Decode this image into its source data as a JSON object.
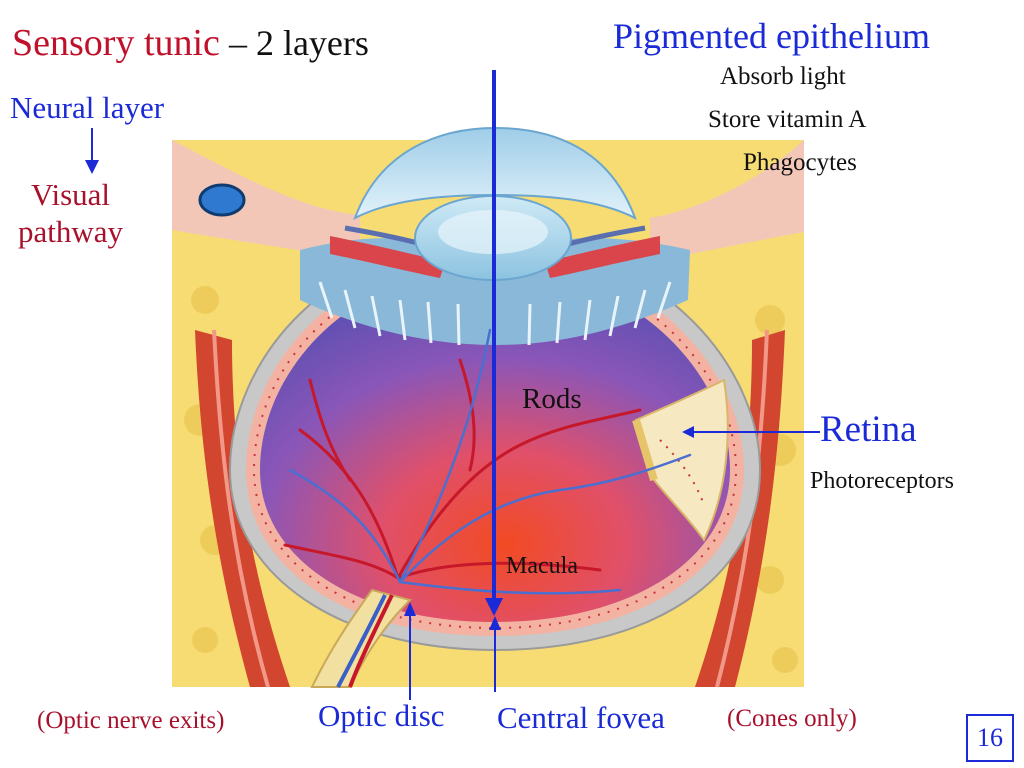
{
  "title": {
    "part1": "Sensory tunic",
    "part2": " – 2 layers"
  },
  "left": {
    "neural_layer": "Neural layer",
    "visual_line1": "Visual",
    "visual_line2": "pathway"
  },
  "top_right": {
    "pigmented": "Pigmented epithelium",
    "functions": [
      "Absorb light",
      "Store vitamin A",
      "Phagocytes"
    ]
  },
  "center": {
    "rods": "Rods",
    "macula": "Macula"
  },
  "right": {
    "retina": "Retina",
    "photoreceptors": "Photoreceptors"
  },
  "bottom": {
    "optic_nerve_exits": "(Optic nerve exits)",
    "optic_disc": "Optic disc",
    "central_fovea": "Central fovea",
    "cones_only": "(Cones only)"
  },
  "slide_number": "16",
  "colors": {
    "label_blue": "#1a2ad6",
    "label_red": "#a8102c",
    "title_red": "#c0102a"
  }
}
